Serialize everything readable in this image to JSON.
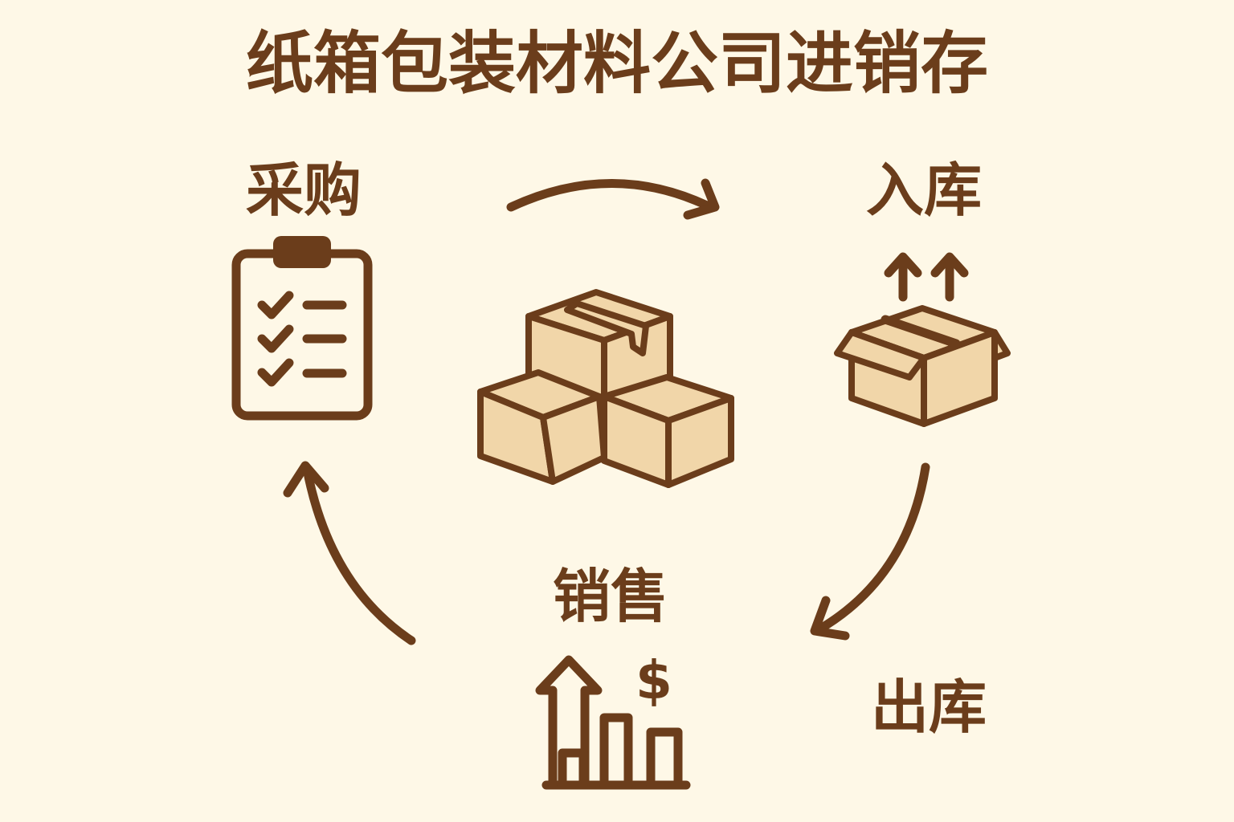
{
  "title": "纸箱包装材料公司进销存",
  "stages": {
    "purchase": "采购",
    "inbound": "入库",
    "sales": "销售",
    "outbound": "出库"
  },
  "icons": {
    "purchase": "clipboard-checklist-icon",
    "inventory": "stacked-boxes-icon",
    "inbound": "open-box-up-arrows-icon",
    "sales": "bar-chart-dollar-icon",
    "sales_symbol": "$"
  },
  "colors": {
    "background": "#FEF8E7",
    "primary": "#6B3D1B",
    "box_fill": "#F1D6A9"
  }
}
